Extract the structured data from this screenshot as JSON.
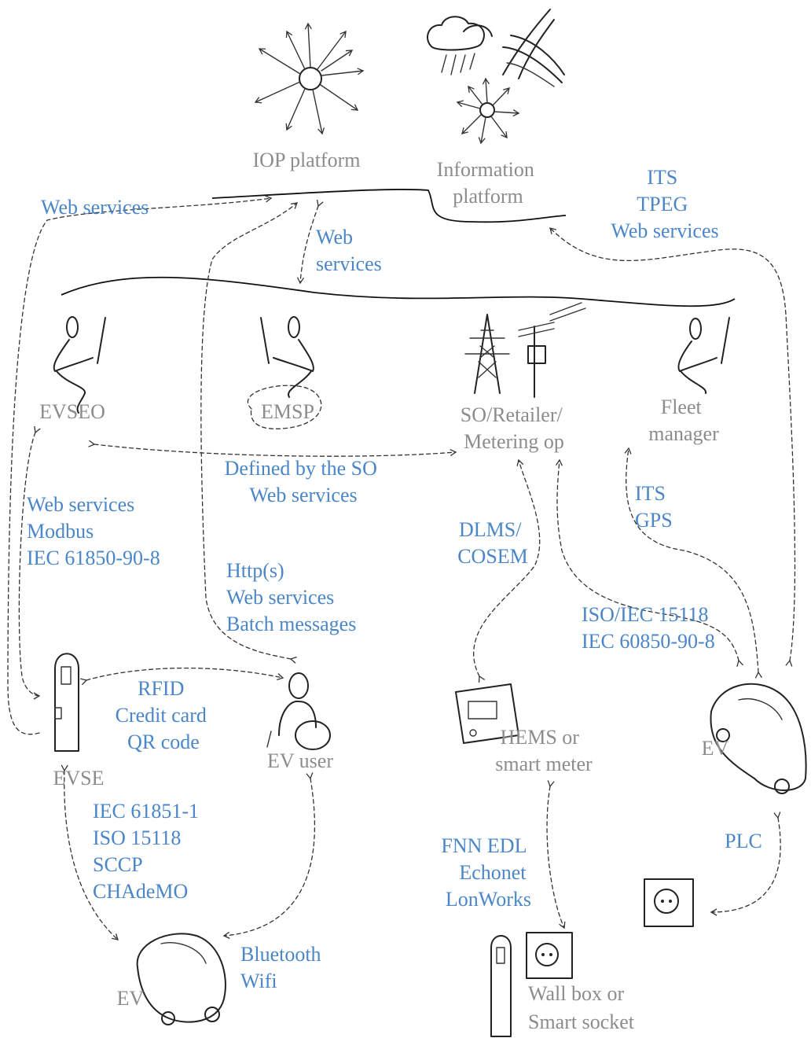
{
  "nodes": {
    "iop_platform": "IOP platform",
    "information_platform": [
      "Information",
      "platform"
    ],
    "evseo": "EVSEO",
    "emsp": "EMSP",
    "so_retailer": [
      "SO/Retailer/",
      "Metering op"
    ],
    "fleet_manager": [
      "Fleet",
      "manager"
    ],
    "evse": "EVSE",
    "ev_user": "EV user",
    "hems": [
      "HEMS or",
      "smart meter"
    ],
    "ev_right": "EV",
    "ev_bottom": "EV",
    "wall_box": [
      "Wall box or",
      "Smart socket"
    ]
  },
  "protocols": {
    "web_services_left": "Web services",
    "web_services_mid": [
      "Web",
      "services"
    ],
    "its_tpeg": [
      "ITS",
      "TPEG",
      "Web services"
    ],
    "defined_by_so": [
      "Defined by the SO",
      "Web services"
    ],
    "evseo_evse": [
      "Web services",
      "Modbus",
      "IEC 61850-90-8"
    ],
    "user_platform": [
      "Http(s)",
      "Web services",
      "Batch messages"
    ],
    "dlms": [
      "DLMS/",
      "COSEM"
    ],
    "its_gps": [
      "ITS",
      "GPS"
    ],
    "iso_iec": [
      "ISO/IEC 15118",
      "IEC 60850-90-8"
    ],
    "rfid": [
      "RFID",
      "Credit card",
      "QR code"
    ],
    "evse_ev": [
      "IEC 61851-1",
      "ISO 15118",
      "SCCP",
      "CHAdeMO"
    ],
    "bluetooth": [
      "Bluetooth",
      "Wifi"
    ],
    "fnn": [
      "FNN EDL",
      "Echonet",
      "LonWorks"
    ],
    "plc": "PLC"
  },
  "colors": {
    "protocol_text": "#4a86c8",
    "node_text": "#8c8c8c"
  }
}
